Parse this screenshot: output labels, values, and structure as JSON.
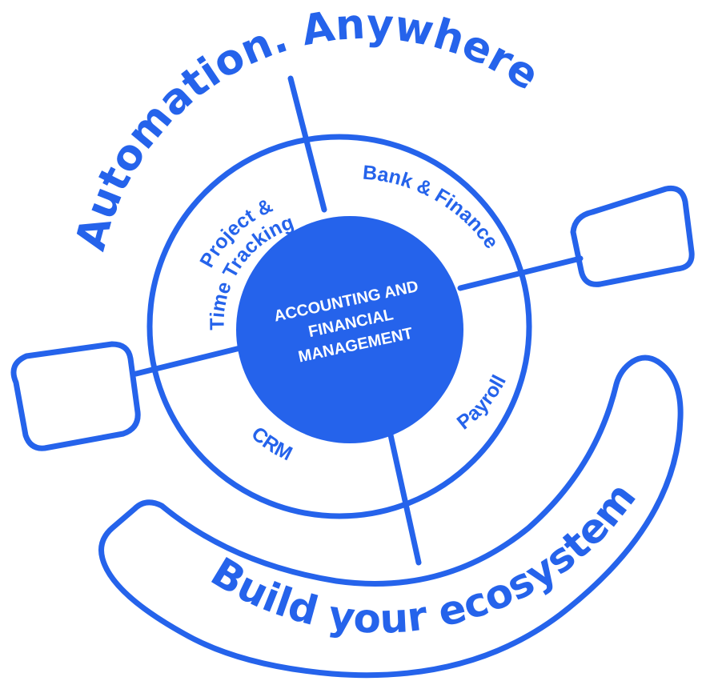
{
  "diagram": {
    "top_title": "Automation. Anywhere",
    "bottom_title": "Build your ecosystem",
    "center": {
      "line1": "ACCOUNTING AND",
      "line2": "FINANCIAL",
      "line3": "MANAGEMENT"
    },
    "segments": {
      "project": {
        "line1": "Project &",
        "line2": "Time Tracking"
      },
      "bank": "Bank & Finance",
      "payroll": "Payroll",
      "crm": "CRM"
    },
    "accent_color": "#2563EB"
  }
}
